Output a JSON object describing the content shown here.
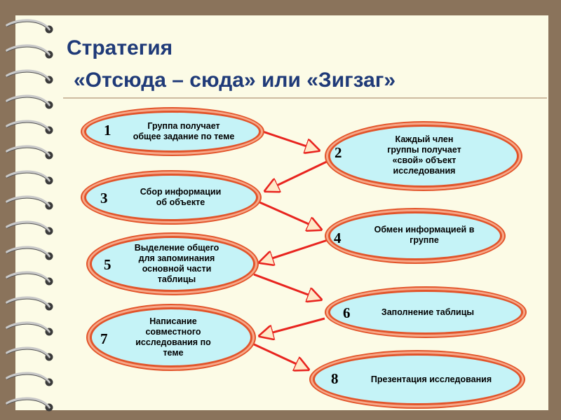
{
  "title": {
    "line1": "Стратегия",
    "line2": "«Отсюда – сюда» или «Зигзаг»"
  },
  "steps": [
    {
      "num": "1",
      "text": "Группа получает\nобщее задание по теме"
    },
    {
      "num": "2",
      "text": "Каждый член\nгруппы получает\n«свой» объект\nисследования"
    },
    {
      "num": "3",
      "text": "Сбор информации\nоб объекте"
    },
    {
      "num": "4",
      "text": "Обмен информацией в\nгруппе"
    },
    {
      "num": "5",
      "text": "Выделение общего\nдля запоминания\nосновной части\nтаблицы"
    },
    {
      "num": "6",
      "text": "Заполнение таблицы"
    },
    {
      "num": "7",
      "text": "Написание\nсовместного\nисследования по\nтеме"
    },
    {
      "num": "8",
      "text": "Презентация исследования"
    }
  ],
  "colors": {
    "title": "#1f3a78",
    "ellipse_fill": "#c5f3f7",
    "ellipse_border": "#e2542a",
    "arrow": "#e8241f",
    "paper": "#fcfbe6",
    "background": "#8a735b"
  }
}
